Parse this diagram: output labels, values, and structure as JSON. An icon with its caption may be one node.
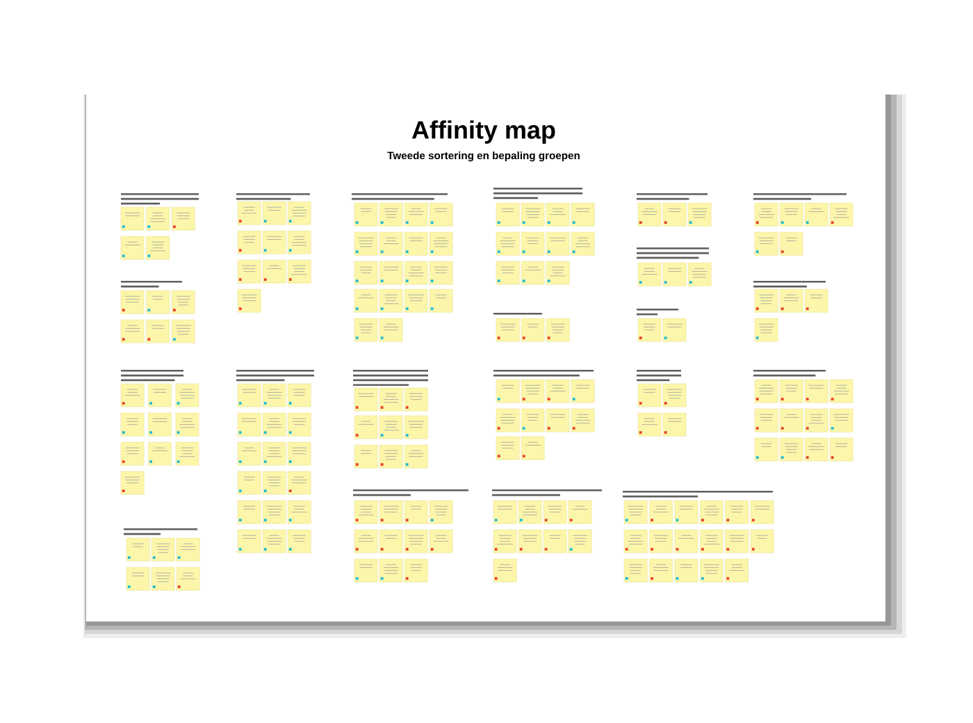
{
  "diagram": {
    "title": "Affinity map",
    "labels": [
      "Tweede sortering en bepaling groepen"
    ],
    "nodes": [
      {
        "text": [],
        "shape": "box"
      },
      {
        "text": [],
        "shape": "box"
      },
      {
        "text": [],
        "shape": "box"
      },
      {
        "text": [],
        "shape": "box"
      },
      {
        "text": [],
        "shape": "box"
      },
      {
        "text": [],
        "shape": "box"
      },
      {
        "text": [],
        "shape": "box"
      },
      {
        "text": [],
        "shape": "box"
      },
      {
        "text": [],
        "shape": "box"
      },
      {
        "text": [],
        "shape": "box"
      },
      {
        "text": [],
        "shape": "box"
      },
      {
        "text": [],
        "shape": "box"
      },
      {
        "text": [],
        "shape": "box"
      },
      {
        "text": [],
        "shape": "box"
      },
      {
        "text": [],
        "shape": "box"
      },
      {
        "text": [],
        "shape": "box"
      },
      {
        "text": [],
        "shape": "box"
      },
      {
        "text": [],
        "shape": "box"
      },
      {
        "text": [],
        "shape": "box"
      },
      {
        "text": [],
        "shape": "box"
      },
      {
        "text": [],
        "shape": "box"
      },
      {
        "text": [],
        "shape": "box"
      },
      {
        "text": [],
        "shape": "box"
      },
      {
        "text": [],
        "shape": "box"
      },
      {
        "text": [],
        "shape": "box"
      },
      {
        "text": [],
        "shape": "box"
      },
      {
        "text": [],
        "shape": "box"
      },
      {
        "text": [],
        "shape": "box"
      },
      {
        "text": [],
        "shape": "box"
      },
      {
        "text": [],
        "shape": "box"
      },
      {
        "text": [],
        "shape": "box"
      },
      {
        "text": [],
        "shape": "box"
      },
      {
        "text": [],
        "shape": "box"
      },
      {
        "text": [],
        "shape": "box"
      },
      {
        "text": [],
        "shape": "box"
      },
      {
        "text": [],
        "shape": "box"
      },
      {
        "text": [],
        "shape": "box"
      },
      {
        "text": [],
        "shape": "box"
      },
      {
        "text": [],
        "shape": "box"
      },
      {
        "text": [],
        "shape": "box"
      },
      {
        "text": [],
        "shape": "box"
      },
      {
        "text": [],
        "shape": "box"
      },
      {
        "text": [],
        "shape": "box"
      },
      {
        "text": [],
        "shape": "box"
      },
      {
        "text": [],
        "shape": "box"
      },
      {
        "text": [],
        "shape": "box"
      },
      {
        "text": [],
        "shape": "box"
      },
      {
        "text": [],
        "shape": "box"
      },
      {
        "text": [],
        "shape": "box"
      },
      {
        "text": [],
        "shape": "box"
      },
      {
        "text": [],
        "shape": "box"
      },
      {
        "text": [],
        "shape": "box"
      },
      {
        "text": [],
        "shape": "box"
      },
      {
        "text": [],
        "shape": "box"
      },
      {
        "text": [],
        "shape": "box"
      },
      {
        "text": [],
        "shape": "box"
      },
      {
        "text": [],
        "shape": "box"
      },
      {
        "text": [],
        "shape": "box"
      },
      {
        "text": [],
        "shape": "box"
      },
      {
        "text": [],
        "shape": "box"
      },
      {
        "text": [],
        "shape": "box"
      },
      {
        "text": [],
        "shape": "box"
      },
      {
        "text": [],
        "shape": "box"
      },
      {
        "text": [],
        "shape": "box"
      },
      {
        "text": [],
        "shape": "box"
      },
      {
        "text": [],
        "shape": "box"
      },
      {
        "text": [],
        "shape": "box"
      },
      {
        "text": [],
        "shape": "box"
      },
      {
        "text": [],
        "shape": "box"
      },
      {
        "text": [],
        "shape": "box"
      },
      {
        "text": [],
        "shape": "box"
      },
      {
        "text": [],
        "shape": "box"
      },
      {
        "text": [],
        "shape": "box"
      },
      {
        "text": [],
        "shape": "box"
      },
      {
        "text": [],
        "shape": "box"
      },
      {
        "text": [],
        "shape": "box"
      },
      {
        "text": [],
        "shape": "box"
      },
      {
        "text": [],
        "shape": "box"
      },
      {
        "text": [],
        "shape": "box"
      },
      {
        "text": [],
        "shape": "box"
      },
      {
        "text": [],
        "shape": "box"
      },
      {
        "text": [],
        "shape": "box"
      },
      {
        "text": [],
        "shape": "box"
      },
      {
        "text": [],
        "shape": "box"
      },
      {
        "text": [],
        "shape": "box"
      },
      {
        "text": [],
        "shape": "box"
      },
      {
        "text": [],
        "shape": "box"
      },
      {
        "text": [],
        "shape": "box"
      },
      {
        "text": [],
        "shape": "box"
      },
      {
        "text": [],
        "shape": "box"
      },
      {
        "text": [],
        "shape": "box"
      },
      {
        "text": [],
        "shape": "box"
      },
      {
        "text": [],
        "shape": "box"
      },
      {
        "text": [],
        "shape": "box"
      },
      {
        "text": [],
        "shape": "box"
      },
      {
        "text": [],
        "shape": "box"
      },
      {
        "text": [],
        "shape": "box"
      },
      {
        "text": [],
        "shape": "box"
      },
      {
        "text": [],
        "shape": "box"
      },
      {
        "text": [],
        "shape": "box"
      },
      {
        "text": [],
        "shape": "box"
      },
      {
        "text": [],
        "shape": "box"
      },
      {
        "text": [],
        "shape": "box"
      },
      {
        "text": [],
        "shape": "box"
      },
      {
        "text": [],
        "shape": "box"
      },
      {
        "text": [],
        "shape": "box"
      },
      {
        "text": [],
        "shape": "box"
      },
      {
        "text": [],
        "shape": "box"
      },
      {
        "text": [],
        "shape": "box"
      },
      {
        "text": [],
        "shape": "box"
      },
      {
        "text": [],
        "shape": "box"
      },
      {
        "text": [],
        "shape": "box"
      },
      {
        "text": [],
        "shape": "box"
      },
      {
        "text": [],
        "shape": "box"
      },
      {
        "text": [],
        "shape": "box"
      },
      {
        "text": [],
        "shape": "box"
      },
      {
        "text": [],
        "shape": "box"
      },
      {
        "text": [],
        "shape": "box"
      },
      {
        "text": [],
        "shape": "box"
      },
      {
        "text": [],
        "shape": "box"
      },
      {
        "text": [],
        "shape": "box"
      },
      {
        "text": [],
        "shape": "box"
      },
      {
        "text": [],
        "shape": "box"
      },
      {
        "text": [],
        "shape": "box"
      },
      {
        "text": [],
        "shape": "box"
      },
      {
        "text": [],
        "shape": "box"
      },
      {
        "text": [],
        "shape": "box"
      },
      {
        "text": [],
        "shape": "box"
      },
      {
        "text": [],
        "shape": "box"
      },
      {
        "text": [],
        "shape": "box"
      },
      {
        "text": [],
        "shape": "box"
      },
      {
        "text": [],
        "shape": "box"
      },
      {
        "text": [],
        "shape": "box"
      },
      {
        "text": [],
        "shape": "box"
      },
      {
        "text": [],
        "shape": "box"
      },
      {
        "text": [],
        "shape": "box"
      },
      {
        "text": [],
        "shape": "box"
      },
      {
        "text": [],
        "shape": "box"
      },
      {
        "text": [],
        "shape": "box"
      },
      {
        "text": [],
        "shape": "box"
      },
      {
        "text": [],
        "shape": "box"
      },
      {
        "text": [],
        "shape": "box"
      },
      {
        "text": [],
        "shape": "box"
      },
      {
        "text": [],
        "shape": "box"
      },
      {
        "text": [],
        "shape": "box"
      },
      {
        "text": [],
        "shape": "box"
      },
      {
        "text": [],
        "shape": "box"
      },
      {
        "text": [],
        "shape": "box"
      },
      {
        "text": [],
        "shape": "box"
      },
      {
        "text": [],
        "shape": "box"
      },
      {
        "text": [],
        "shape": "box"
      },
      {
        "text": [],
        "shape": "box"
      },
      {
        "text": [],
        "shape": "box"
      },
      {
        "text": [],
        "shape": "box"
      },
      {
        "text": [],
        "shape": "box"
      },
      {
        "text": [],
        "shape": "box"
      },
      {
        "text": [],
        "shape": "box"
      },
      {
        "text": [],
        "shape": "box"
      },
      {
        "text": [],
        "shape": "box"
      },
      {
        "text": [],
        "shape": "box"
      },
      {
        "text": [],
        "shape": "box"
      },
      {
        "text": [],
        "shape": "box"
      },
      {
        "text": [],
        "shape": "box"
      },
      {
        "text": [],
        "shape": "box"
      },
      {
        "text": [],
        "shape": "box"
      },
      {
        "text": [],
        "shape": "box"
      },
      {
        "text": [],
        "shape": "box"
      },
      {
        "text": [],
        "shape": "box"
      },
      {
        "text": [],
        "shape": "box"
      },
      {
        "text": [],
        "shape": "box"
      },
      {
        "text": [],
        "shape": "box"
      },
      {
        "text": [],
        "shape": "box"
      },
      {
        "text": [],
        "shape": "box"
      },
      {
        "text": [],
        "shape": "box"
      },
      {
        "text": [],
        "shape": "box"
      },
      {
        "text": [],
        "shape": "box"
      },
      {
        "text": [],
        "shape": "box"
      }
    ]
  }
}
